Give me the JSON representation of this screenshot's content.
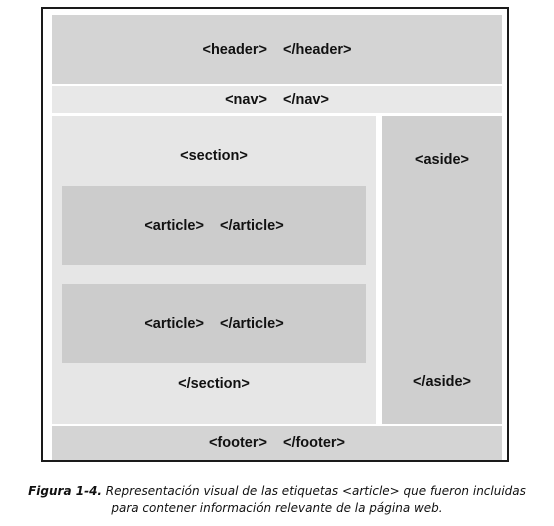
{
  "diagram": {
    "header": {
      "open_tag": "<header>",
      "close_tag": "</header>"
    },
    "nav": {
      "open_tag": "<nav>",
      "close_tag": "</nav>"
    },
    "section": {
      "open_tag": "<section>",
      "close_tag": "</section>",
      "articles": [
        {
          "open_tag": "<article>",
          "close_tag": "</article>"
        },
        {
          "open_tag": "<article>",
          "close_tag": "</article>"
        }
      ]
    },
    "aside": {
      "open_tag": "<aside>",
      "close_tag": "</aside>"
    },
    "footer": {
      "open_tag": "<footer>",
      "close_tag": "</footer>"
    }
  },
  "caption": {
    "figure_label": "Figura 1-4.",
    "line1": " Representación visual de las etiquetas <article> que fueron incluidas",
    "line2": "para contener información relevante de la página web."
  },
  "colors": {
    "header": "#d4d4d4",
    "nav": "#e8e8e8",
    "section": "#e6e6e6",
    "article": "#cccccc",
    "aside": "#cfcfcf",
    "footer": "#d4d4d4",
    "border": "#1a1a1a"
  }
}
